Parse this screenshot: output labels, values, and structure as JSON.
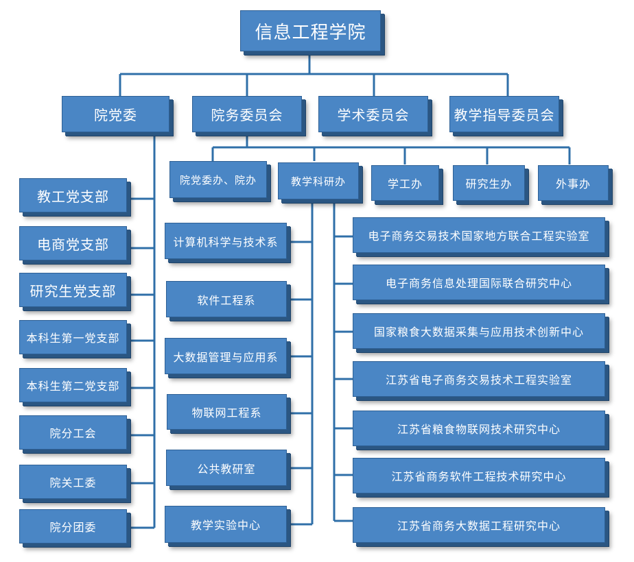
{
  "root": "信息工程学院",
  "level1": [
    "院党委",
    "院务委员会",
    "学术委员会",
    "教学指导委员会"
  ],
  "party": [
    "教工党支部",
    "电商党支部",
    "研究生党支部",
    "本科生第一党支部",
    "本科生第二党支部",
    "院分工会",
    "院关工委",
    "院分团委"
  ],
  "offices": [
    "院党委办、院办",
    "教学科研办",
    "学工办",
    "研究生办",
    "外事办"
  ],
  "departments": [
    "计算机科学与技术系",
    "软件工程系",
    "大数据管理与应用系",
    "物联网工程系",
    "公共教研室",
    "教学实验中心"
  ],
  "research": [
    "电子商务交易技术国家地方联合工程实验室",
    "电子商务信息处理国际联合研究中心",
    "国家粮食大数据采集与应用技术创新中心",
    "江苏省电子商务交易技术工程实验室",
    "江苏省粮食物联网技术研究中心",
    "江苏省商务软件工程技术研究中心",
    "江苏省商务大数据工程研究中心"
  ]
}
